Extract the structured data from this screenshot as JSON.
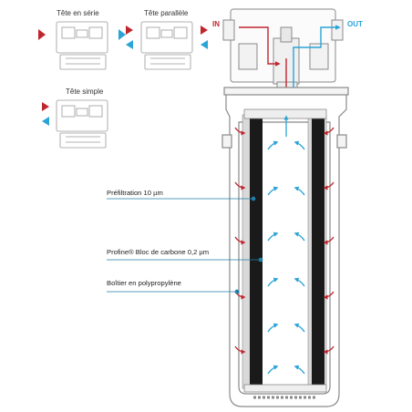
{
  "heads": {
    "serie": "Tête en série",
    "parallele": "Tête parallèle",
    "simple": "Tête simple"
  },
  "ports": {
    "in": "IN",
    "out": "OUT"
  },
  "labels": {
    "prefiltration": "Préfiltration 10 µm",
    "carbone": "Profine® Bloc de carbone 0,2 µm",
    "boitier": "Boîtier en polypropylène"
  },
  "colors": {
    "in": "#c0262d",
    "out": "#2aa3d6",
    "outline": "#8a8a8a",
    "carbon": "#1a1a1a",
    "filter_media": "#d9d9d9"
  },
  "icons": {
    "inflow": "red-arrow-icon",
    "outflow": "blue-arrow-icon",
    "pointer": "teal-dot-icon"
  }
}
